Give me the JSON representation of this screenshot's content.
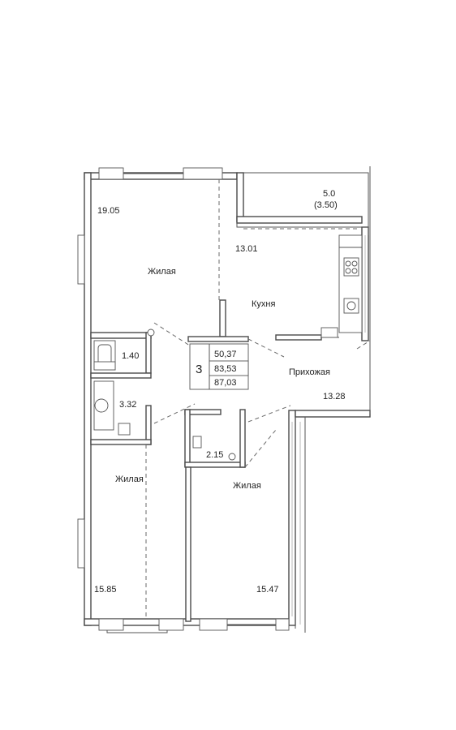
{
  "plan": {
    "rooms_count": "3",
    "summary_areas": [
      "50,37",
      "83,53",
      "87,03"
    ],
    "rooms": {
      "living_top": {
        "area": "19.05",
        "name": "Жилая"
      },
      "kitchen": {
        "area": "13.01",
        "name": "Кухня"
      },
      "balcony": {
        "area": "5.0",
        "area_reduced": "(3.50)"
      },
      "bath_small": {
        "area": "1.40"
      },
      "bath_large": {
        "area": "3.32"
      },
      "hall": {
        "name": "Прихожая",
        "area": "13.28"
      },
      "closet": {
        "area": "2.15"
      },
      "living_bl": {
        "name": "Жилая",
        "area": "15.85"
      },
      "living_br": {
        "name": "Жилая",
        "area": "15.47"
      }
    }
  }
}
